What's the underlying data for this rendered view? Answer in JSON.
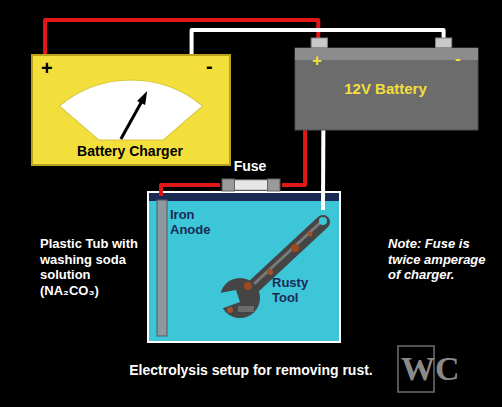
{
  "diagram": {
    "caption": "Electrolysis setup for removing rust.",
    "nodes": [
      {
        "text": [
          "+",
          "-",
          "Battery Charger"
        ]
      },
      {
        "text": [
          "+",
          "-",
          "12V Battery"
        ]
      },
      {
        "text": [
          "Fuse"
        ]
      },
      {
        "text": [
          "Iron Anode"
        ]
      },
      {
        "text": [
          "Rusty Tool"
        ]
      }
    ],
    "edges": [
      {
        "from": 0,
        "to": 1,
        "arrow": "none"
      },
      {
        "from": 0,
        "to": 1,
        "arrow": "none"
      },
      {
        "from": 1,
        "to": 2,
        "arrow": "none"
      },
      {
        "from": 2,
        "to": 3,
        "arrow": "none"
      },
      {
        "from": 1,
        "to": 4,
        "arrow": "none"
      }
    ],
    "labels": [
      "Plastic Tub with washing soda solution (NA₂CO₃)",
      "Note: Fuse is twice amperage of charger.",
      "WC"
    ]
  }
}
